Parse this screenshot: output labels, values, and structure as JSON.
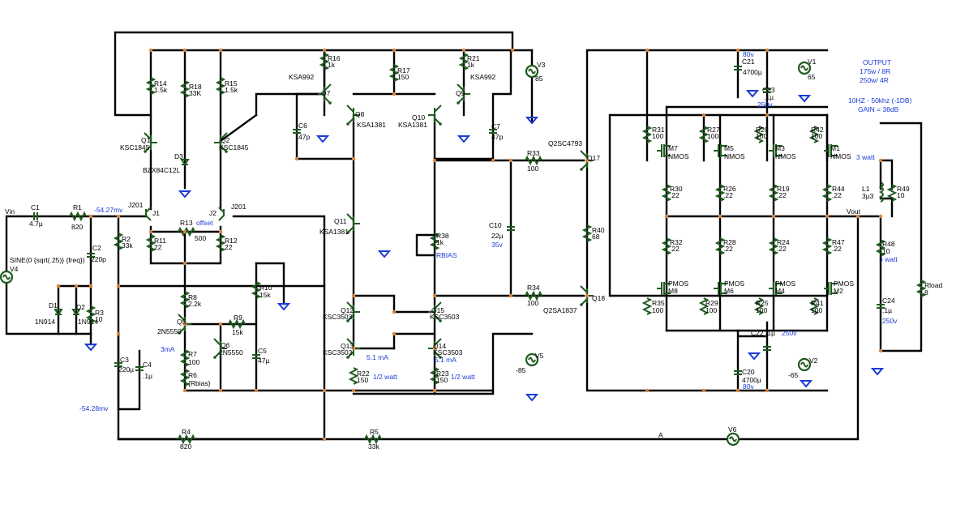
{
  "labels": {
    "vin": "Vin",
    "vout": "Vout",
    "a": "A",
    "C1": "C1",
    "C1v": "4.7µ",
    "R1": "R1",
    "R1v": "820",
    "R2": "R2",
    "R2v": "33k",
    "C2": "C2",
    "C2v": "220p",
    "R3": "R3",
    "R3v": "10",
    "D1": "D1",
    "D1v": "1N914",
    "D2": "D2",
    "D2v": "1N914",
    "V4": "V4",
    "V4v": "SINE(0 {sqrt(.25)} {freq})",
    "C3": "C3",
    "C3v": "220µ",
    "C4": "C4",
    "C4v": ".1µ",
    "R4": "R4",
    "R4v": "820",
    "R5": "R5",
    "R5v": "33k",
    "V6": "V6",
    "R14": "R14",
    "R14v": "1.5k",
    "R18": "R18",
    "R18v": "33K",
    "R15": "R15",
    "R15v": "1.5k",
    "Q1": "Q1",
    "Q1v": "KSC1845",
    "Q2": "Q2",
    "Q2v": "KSC1845",
    "D3": "D3",
    "D3v": "BZX84C12L",
    "J1": "J1",
    "J1v": "J201",
    "J2": "J2",
    "J2v": "J201",
    "R13": "R13",
    "R13v": "500",
    "offset": "offset",
    "R11": "R11",
    "R11v": "22",
    "R12": "R12",
    "R12v": "22",
    "R8": "R8",
    "R8v": "2.2k",
    "Q5": "Q5",
    "Q5v": "2N5550",
    "R9": "R9",
    "R9v": "15k",
    "Q6": "Q6",
    "Q6v": "2N5550",
    "R7": "R7",
    "R7v": "100",
    "R6": "R6",
    "R6v": "{Rbias}",
    "C5": "C5",
    "C5v": "47µ",
    "R10": "R10",
    "R10v": "15k",
    "R16": "R16",
    "R16v": "1k",
    "Q7": "Q7",
    "Q7v": "KSA992",
    "C6": "C6",
    "C6v": "47p",
    "Q8": "Q8",
    "Q8v": "KSA1381",
    "R17": "R17",
    "R17v": "150",
    "Q10": "Q10",
    "Q10v": "KSA1381",
    "R21": "R21",
    "R21v": "1k",
    "Q9": "Q9",
    "Q9v": "KSA992",
    "V3": "V3",
    "V3v": "85",
    "C7": "C7",
    "C7v": "47p",
    "Q11": "Q11",
    "Q11v": "KSA1381",
    "R38": "R38",
    "R38v": "1k",
    "rbias": "RBIAS",
    "C10": "C10",
    "C10v": "22µ",
    "C10r": "35v",
    "Q12": "Q12",
    "Q12v": "KSC3503",
    "Q15": "Q15",
    "Q15v": "KSC3503",
    "Q13": "Q13",
    "Q13v": "KSC3503",
    "Q14": "Q14",
    "Q14v": "KSC3503",
    "i1": "5.1 mA",
    "i2": "5.1 mA",
    "i3": "3mA",
    "R22": "R22",
    "R22v": "150",
    "w1": "1/2 watt",
    "R23": "R23",
    "R23v": "150",
    "w2": "1/2 watt",
    "V5": "V5",
    "V5v": "-85",
    "R33": "R33",
    "R33v": "100",
    "R34": "R34",
    "R34v": "100",
    "Q17": "Q2SC4793",
    "Q17n": "Q17",
    "Q18": "Q18",
    "Q18v": "Q2SA1837",
    "R40": "R40",
    "R40v": "68",
    "C21": "C21",
    "C21v": "4700µ",
    "C21r": "80v",
    "V1": "V1",
    "V1v": "65",
    "C23": "C23",
    "C23v": ".1µ",
    "C23r": "250v",
    "R31": "R31",
    "R31v": "100",
    "M7": "M7",
    "M7v": "NMOS",
    "R27": "R27",
    "R27v": "100",
    "M5": "M5",
    "M5v": "NMOS",
    "R20": "R20",
    "R20v": "100",
    "M3": "M3",
    "M3v": "NMOS",
    "R42": "R42",
    "R42v": "100",
    "M1": "M1",
    "M1v": "NMOS",
    "R30": "R30",
    "R30v": ".22",
    "R26": "R26",
    "R26v": ".22",
    "R19": "R19",
    "R19v": ".22",
    "R44": "R44",
    "R44v": ".22",
    "R32": "R32",
    "R32v": ".22",
    "R28": "R28",
    "R28v": ".22",
    "R24": "R24",
    "R24v": ".22",
    "R47": "R47",
    "R47v": ".22",
    "R35": "R35",
    "R35v": "100",
    "M8": "M8",
    "M8v": "PMOS",
    "R29": "R29",
    "R29v": "100",
    "M6": "M6",
    "M6v": "PMOS",
    "R25": "R25",
    "R25v": "100",
    "M4": "M4",
    "M4v": "PMOS",
    "R41": "R41",
    "R41v": "100",
    "M2": "M2",
    "M2v": "PMOS",
    "C22": "C22",
    "C22v": ".1µ",
    "C22r": "250v",
    "C20": "C20",
    "C20v": "4700µ",
    "C20r": "80v",
    "V2": "V2",
    "V2v": "-65",
    "L1": "L1",
    "L1v": "3µ3",
    "R49": "R49",
    "R49v": "10",
    "R48": "R48",
    "R48v": "10",
    "w3": "3 watt",
    "w4": "3 watt",
    "C24": "C24",
    "C24v": ".1µ",
    "C24r": "250v",
    "Rload": "Rload",
    "Rloadv": "8",
    "out1": "OUTPUT",
    "out2": "175w / 8R",
    "out3": "250w/ 4R",
    "bw": "10HZ - 50khz (-1DB)",
    "gain": "GAIN = 38dB",
    "vtop": "-54.27mv",
    "vbot": "-54.28mv"
  }
}
